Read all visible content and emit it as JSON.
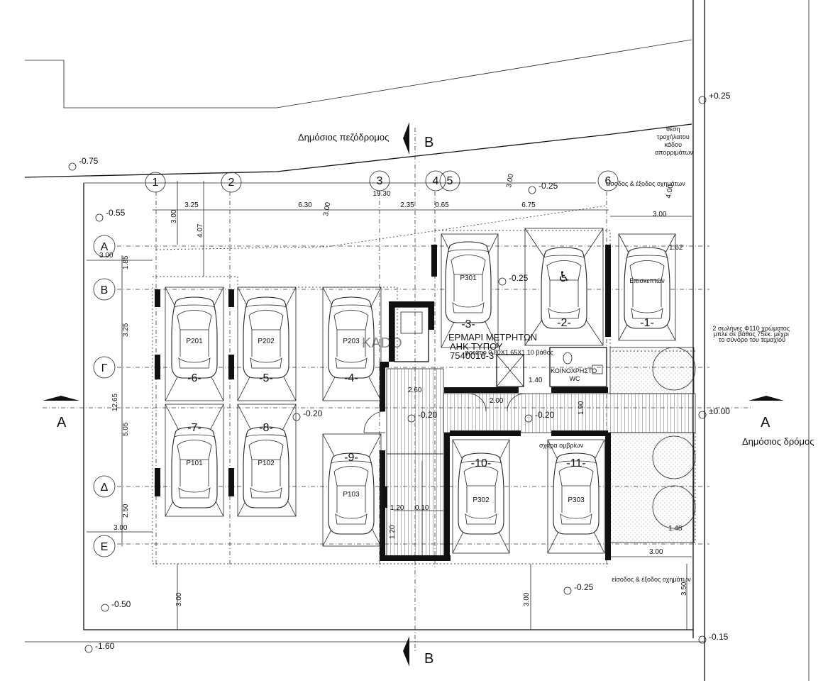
{
  "labels": {
    "pedestrian_street": "Δημόσιος πεζόδρομος",
    "public_road": "Δημόσιος δρόμος",
    "vehicle_access_top": "είσοδος & έξοδος οχημάτων",
    "vehicle_access_bottom": "είσοδος & έξοδος οχημάτων",
    "trash_bin_line1": "θέση",
    "trash_bin_line2": "τροχήλατου",
    "trash_bin_line3": "κάδου",
    "trash_bin_line4": "απορριμάτων",
    "meter_cabinet_line1": "ΕΡΜΑΡΙ ΜΕΤΡΗΤΩΝ",
    "meter_cabinet_line2": "ΑΗΚ ΤΥΠΟΥ",
    "meter_cabinet_line3": "7540016-3",
    "manhole": "φρεάτιο 0.80X1.65X1.10 βάθος",
    "common_wc_line1": "ΚΟΙΝΟΧΡΗΣΤΟ",
    "common_wc_line2": "WC",
    "pipes_note_line1": "2 σωλήνες Φ110 χρώματος",
    "pipes_note_line2": "μπλε σε βάθος 75εκ. μέχρι",
    "pipes_note_line3": "το σύνορο του τεμαχίου",
    "grate": "σχάρα ομβρίων",
    "visitor": "Επισκεπτών",
    "section_a": "A",
    "section_b": "B",
    "watermark": "KADO"
  },
  "levels": [
    "+0.25",
    "-0.75",
    "-0.55",
    "-0.25",
    "-0.25",
    "-0.20",
    "-0.20",
    "-0.20",
    "±0.00",
    "-0.50",
    "-0.25",
    "-1.60",
    "-0.15"
  ],
  "grid_columns": [
    "1",
    "2",
    "3",
    "4",
    "5",
    "6"
  ],
  "grid_rows": [
    "A",
    "B",
    "Γ",
    "Δ",
    "E"
  ],
  "dims_top": [
    "3.25",
    "6.30",
    "2.35",
    "0.65",
    "6.75"
  ],
  "dim_total_top": "19.30",
  "dims_left": [
    "3.00",
    "1.85",
    "3.25",
    "12.65",
    "5.05",
    "2.50",
    "3.00"
  ],
  "dims_misc": [
    "3.00",
    "4.07",
    "3.00",
    "3.00",
    "4.00",
    "3.00",
    "1.62",
    "2.60",
    "2.00",
    "1.40",
    "1.90",
    "1.20",
    "1.20",
    "0.10",
    "1.48",
    "3.00",
    "3.50",
    "3.00",
    "3.00"
  ],
  "parking": [
    {
      "code": "P201",
      "number": "-6-"
    },
    {
      "code": "P202",
      "number": "-5-"
    },
    {
      "code": "P203",
      "number": "-4-"
    },
    {
      "code": "P101",
      "number": "-7-"
    },
    {
      "code": "P102",
      "number": "-8-"
    },
    {
      "code": "P103",
      "number": "-9-"
    },
    {
      "code": "P301",
      "number": "-3-"
    },
    {
      "code": "",
      "number": "-2-"
    },
    {
      "code": "Επισκεπτών",
      "number": "-1-"
    },
    {
      "code": "P302",
      "number": "-10-"
    },
    {
      "code": "P303",
      "number": "-11-"
    }
  ],
  "symbols": {
    "accessible": "♿"
  }
}
